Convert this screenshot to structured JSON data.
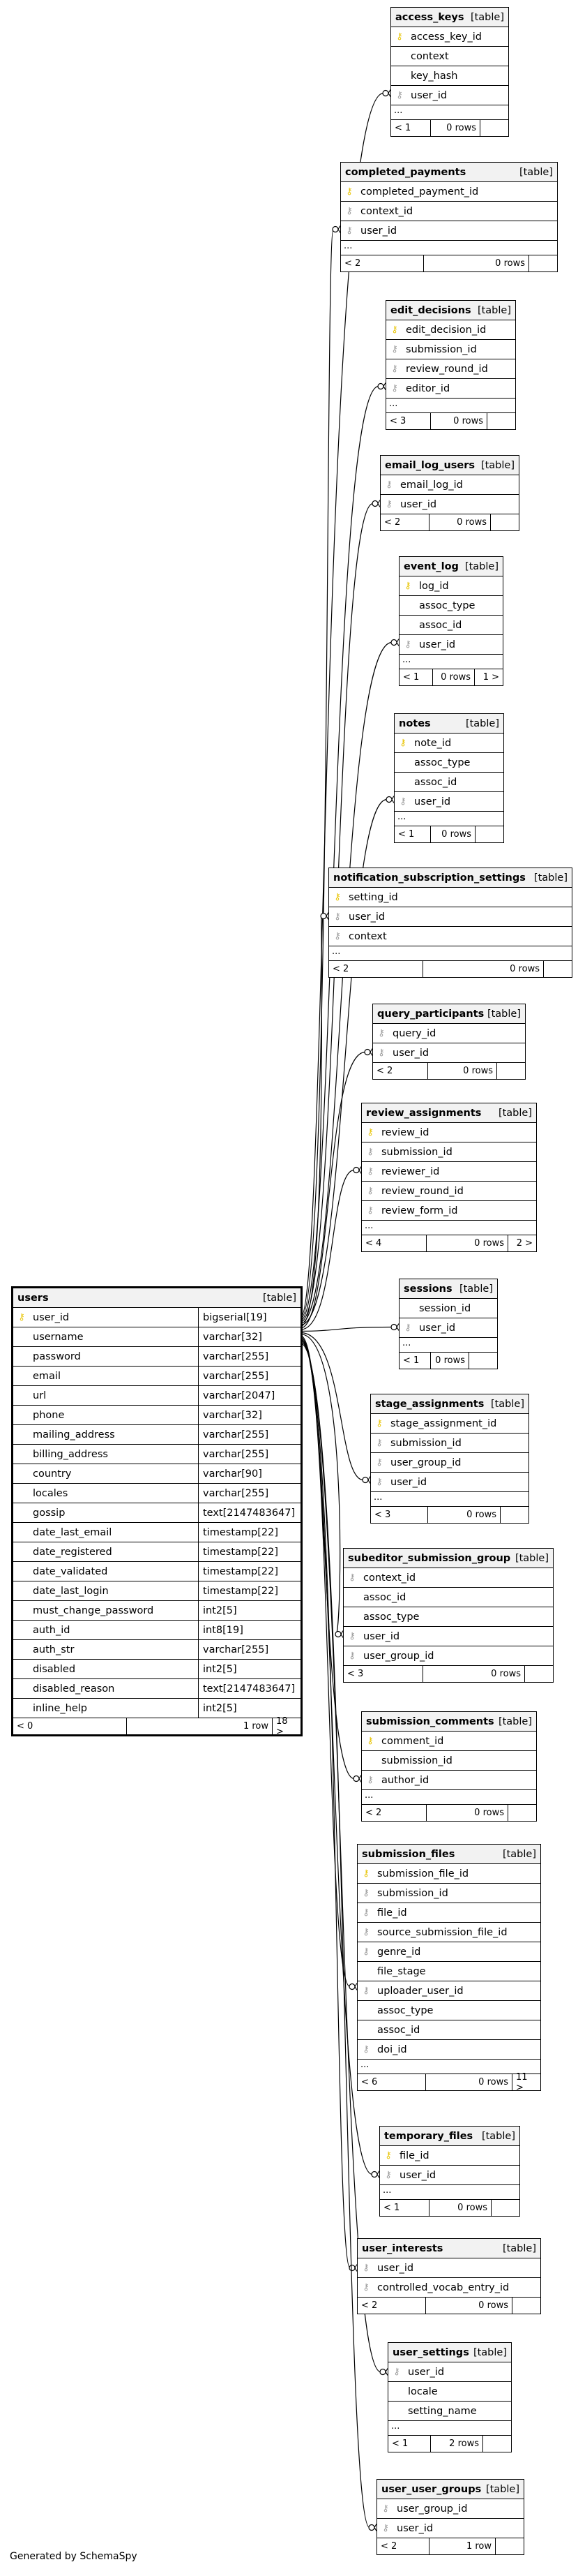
{
  "footer_text": "Generated by SchemaSpy",
  "main_table": {
    "name": "users",
    "kind": "[table]",
    "columns": [
      {
        "name": "user_id",
        "type": "bigserial[19]",
        "key": "pk"
      },
      {
        "name": "username",
        "type": "varchar[32]",
        "key": ""
      },
      {
        "name": "password",
        "type": "varchar[255]",
        "key": ""
      },
      {
        "name": "email",
        "type": "varchar[255]",
        "key": ""
      },
      {
        "name": "url",
        "type": "varchar[2047]",
        "key": ""
      },
      {
        "name": "phone",
        "type": "varchar[32]",
        "key": ""
      },
      {
        "name": "mailing_address",
        "type": "varchar[255]",
        "key": ""
      },
      {
        "name": "billing_address",
        "type": "varchar[255]",
        "key": ""
      },
      {
        "name": "country",
        "type": "varchar[90]",
        "key": ""
      },
      {
        "name": "locales",
        "type": "varchar[255]",
        "key": ""
      },
      {
        "name": "gossip",
        "type": "text[2147483647]",
        "key": ""
      },
      {
        "name": "date_last_email",
        "type": "timestamp[22]",
        "key": ""
      },
      {
        "name": "date_registered",
        "type": "timestamp[22]",
        "key": ""
      },
      {
        "name": "date_validated",
        "type": "timestamp[22]",
        "key": ""
      },
      {
        "name": "date_last_login",
        "type": "timestamp[22]",
        "key": ""
      },
      {
        "name": "must_change_password",
        "type": "int2[5]",
        "key": ""
      },
      {
        "name": "auth_id",
        "type": "int8[19]",
        "key": ""
      },
      {
        "name": "auth_str",
        "type": "varchar[255]",
        "key": ""
      },
      {
        "name": "disabled",
        "type": "int2[5]",
        "key": ""
      },
      {
        "name": "disabled_reason",
        "type": "text[2147483647]",
        "key": ""
      },
      {
        "name": "inline_help",
        "type": "int2[5]",
        "key": ""
      }
    ],
    "footer": {
      "left": "< 0",
      "mid": "1 row",
      "right": "18 >"
    }
  },
  "tables": [
    {
      "name": "access_keys",
      "kind": "[table]",
      "columns": [
        {
          "name": "access_key_id",
          "key": "pk"
        },
        {
          "name": "context",
          "key": ""
        },
        {
          "name": "key_hash",
          "key": ""
        },
        {
          "name": "user_id",
          "key": "fk"
        }
      ],
      "more": "...",
      "footer": {
        "left": "< 1",
        "mid": "0 rows",
        "right": ""
      }
    },
    {
      "name": "completed_payments",
      "kind": "[table]",
      "columns": [
        {
          "name": "completed_payment_id",
          "key": "pk"
        },
        {
          "name": "context_id",
          "key": "fk"
        },
        {
          "name": "user_id",
          "key": "fk"
        }
      ],
      "more": "...",
      "footer": {
        "left": "< 2",
        "mid": "0 rows",
        "right": ""
      }
    },
    {
      "name": "edit_decisions",
      "kind": "[table]",
      "columns": [
        {
          "name": "edit_decision_id",
          "key": "pk"
        },
        {
          "name": "submission_id",
          "key": "fk"
        },
        {
          "name": "review_round_id",
          "key": "fk"
        },
        {
          "name": "editor_id",
          "key": "fk"
        }
      ],
      "more": "...",
      "footer": {
        "left": "< 3",
        "mid": "0 rows",
        "right": ""
      }
    },
    {
      "name": "email_log_users",
      "kind": "[table]",
      "columns": [
        {
          "name": "email_log_id",
          "key": "fk"
        },
        {
          "name": "user_id",
          "key": "fk"
        }
      ],
      "more": "",
      "footer": {
        "left": "< 2",
        "mid": "0 rows",
        "right": ""
      }
    },
    {
      "name": "event_log",
      "kind": "[table]",
      "columns": [
        {
          "name": "log_id",
          "key": "pk"
        },
        {
          "name": "assoc_type",
          "key": ""
        },
        {
          "name": "assoc_id",
          "key": ""
        },
        {
          "name": "user_id",
          "key": "fk"
        }
      ],
      "more": "...",
      "footer": {
        "left": "< 1",
        "mid": "0 rows",
        "right": "1 >"
      }
    },
    {
      "name": "notes",
      "kind": "[table]",
      "columns": [
        {
          "name": "note_id",
          "key": "pk"
        },
        {
          "name": "assoc_type",
          "key": ""
        },
        {
          "name": "assoc_id",
          "key": ""
        },
        {
          "name": "user_id",
          "key": "fk"
        }
      ],
      "more": "...",
      "footer": {
        "left": "< 1",
        "mid": "0 rows",
        "right": ""
      }
    },
    {
      "name": "notification_subscription_settings",
      "kind": "[table]",
      "columns": [
        {
          "name": "setting_id",
          "key": "pk"
        },
        {
          "name": "user_id",
          "key": "fk"
        },
        {
          "name": "context",
          "key": "fk"
        }
      ],
      "more": "...",
      "footer": {
        "left": "< 2",
        "mid": "0 rows",
        "right": ""
      }
    },
    {
      "name": "query_participants",
      "kind": "[table]",
      "columns": [
        {
          "name": "query_id",
          "key": "fk"
        },
        {
          "name": "user_id",
          "key": "fk"
        }
      ],
      "more": "",
      "footer": {
        "left": "< 2",
        "mid": "0 rows",
        "right": ""
      }
    },
    {
      "name": "review_assignments",
      "kind": "[table]",
      "columns": [
        {
          "name": "review_id",
          "key": "pk"
        },
        {
          "name": "submission_id",
          "key": "fk"
        },
        {
          "name": "reviewer_id",
          "key": "fk"
        },
        {
          "name": "review_round_id",
          "key": "fk"
        },
        {
          "name": "review_form_id",
          "key": "fk"
        }
      ],
      "more": "...",
      "footer": {
        "left": "< 4",
        "mid": "0 rows",
        "right": "2 >"
      }
    },
    {
      "name": "sessions",
      "kind": "[table]",
      "columns": [
        {
          "name": "session_id",
          "key": ""
        },
        {
          "name": "user_id",
          "key": "fk"
        }
      ],
      "more": "...",
      "footer": {
        "left": "< 1",
        "mid": "0 rows",
        "right": ""
      }
    },
    {
      "name": "stage_assignments",
      "kind": "[table]",
      "columns": [
        {
          "name": "stage_assignment_id",
          "key": "pk"
        },
        {
          "name": "submission_id",
          "key": "fk"
        },
        {
          "name": "user_group_id",
          "key": "fk"
        },
        {
          "name": "user_id",
          "key": "fk"
        }
      ],
      "more": "...",
      "footer": {
        "left": "< 3",
        "mid": "0 rows",
        "right": ""
      }
    },
    {
      "name": "subeditor_submission_group",
      "kind": "[table]",
      "columns": [
        {
          "name": "context_id",
          "key": "fk"
        },
        {
          "name": "assoc_id",
          "key": ""
        },
        {
          "name": "assoc_type",
          "key": ""
        },
        {
          "name": "user_id",
          "key": "fk"
        },
        {
          "name": "user_group_id",
          "key": "fk"
        }
      ],
      "more": "",
      "footer": {
        "left": "< 3",
        "mid": "0 rows",
        "right": ""
      }
    },
    {
      "name": "submission_comments",
      "kind": "[table]",
      "columns": [
        {
          "name": "comment_id",
          "key": "pk"
        },
        {
          "name": "submission_id",
          "key": ""
        },
        {
          "name": "author_id",
          "key": "fk"
        }
      ],
      "more": "...",
      "footer": {
        "left": "< 2",
        "mid": "0 rows",
        "right": ""
      }
    },
    {
      "name": "submission_files",
      "kind": "[table]",
      "columns": [
        {
          "name": "submission_file_id",
          "key": "pk"
        },
        {
          "name": "submission_id",
          "key": "fk"
        },
        {
          "name": "file_id",
          "key": "fk"
        },
        {
          "name": "source_submission_file_id",
          "key": "fk"
        },
        {
          "name": "genre_id",
          "key": "fk"
        },
        {
          "name": "file_stage",
          "key": ""
        },
        {
          "name": "uploader_user_id",
          "key": "fk"
        },
        {
          "name": "assoc_type",
          "key": ""
        },
        {
          "name": "assoc_id",
          "key": ""
        },
        {
          "name": "doi_id",
          "key": "fk"
        }
      ],
      "more": "...",
      "footer": {
        "left": "< 6",
        "mid": "0 rows",
        "right": "11 >"
      }
    },
    {
      "name": "temporary_files",
      "kind": "[table]",
      "columns": [
        {
          "name": "file_id",
          "key": "pk"
        },
        {
          "name": "user_id",
          "key": "fk"
        }
      ],
      "more": "...",
      "footer": {
        "left": "< 1",
        "mid": "0 rows",
        "right": ""
      }
    },
    {
      "name": "user_interests",
      "kind": "[table]",
      "columns": [
        {
          "name": "user_id",
          "key": "fk"
        },
        {
          "name": "controlled_vocab_entry_id",
          "key": "fk"
        }
      ],
      "more": "",
      "footer": {
        "left": "< 2",
        "mid": "0 rows",
        "right": ""
      }
    },
    {
      "name": "user_settings",
      "kind": "[table]",
      "columns": [
        {
          "name": "user_id",
          "key": "fk"
        },
        {
          "name": "locale",
          "key": ""
        },
        {
          "name": "setting_name",
          "key": ""
        }
      ],
      "more": "...",
      "footer": {
        "left": "< 1",
        "mid": "2 rows",
        "right": ""
      }
    },
    {
      "name": "user_user_groups",
      "kind": "[table]",
      "columns": [
        {
          "name": "user_group_id",
          "key": "fk"
        },
        {
          "name": "user_id",
          "key": "fk"
        }
      ],
      "more": "",
      "footer": {
        "left": "< 2",
        "mid": "1 row",
        "right": ""
      }
    }
  ]
}
